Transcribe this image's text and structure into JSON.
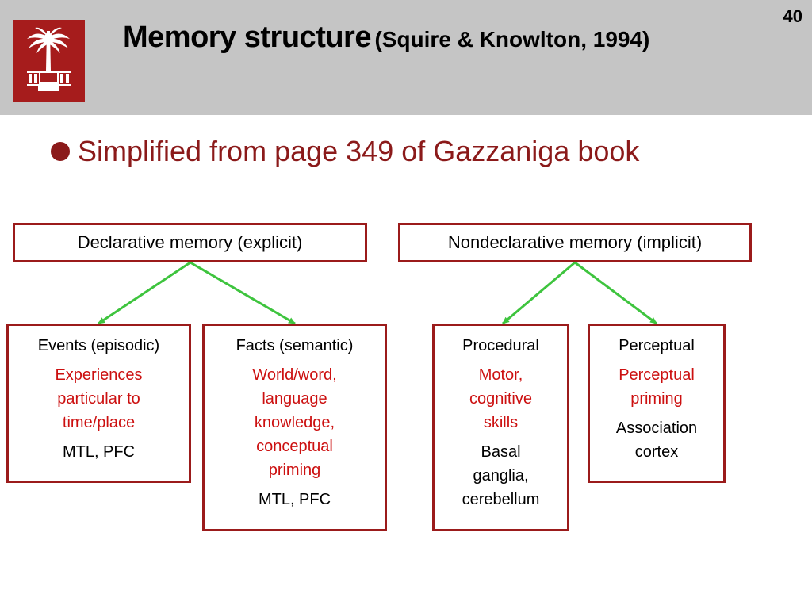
{
  "slide": {
    "number": "40",
    "title": "Memory structure",
    "citation": "(Squire & Knowlton, 1994)",
    "bullet": "Simplified from page 349 of Gazzaniga book"
  },
  "logo": {
    "icon": "palmetto-tree-seal-icon"
  },
  "colors": {
    "border": "#9b1b1b",
    "detail_text": "#cc1010",
    "arrow": "#3ec43e",
    "header_bg": "#c5c5c5"
  },
  "diagram": {
    "declarative": {
      "label": "Declarative memory (explicit)",
      "children": [
        {
          "heading": "Events (episodic)",
          "detail": "Experiences particular to time/place",
          "region": "MTL, PFC"
        },
        {
          "heading": "Facts (semantic)",
          "detail": "World/word, language knowledge, conceptual priming",
          "region": "MTL, PFC"
        }
      ]
    },
    "nondeclarative": {
      "label": "Nondeclarative memory (implicit)",
      "children": [
        {
          "heading": "Procedural",
          "detail": "Motor, cognitive skills",
          "region": "Basal ganglia, cerebellum"
        },
        {
          "heading": "Perceptual",
          "detail": "Perceptual priming",
          "region": "Association cortex"
        }
      ]
    }
  }
}
